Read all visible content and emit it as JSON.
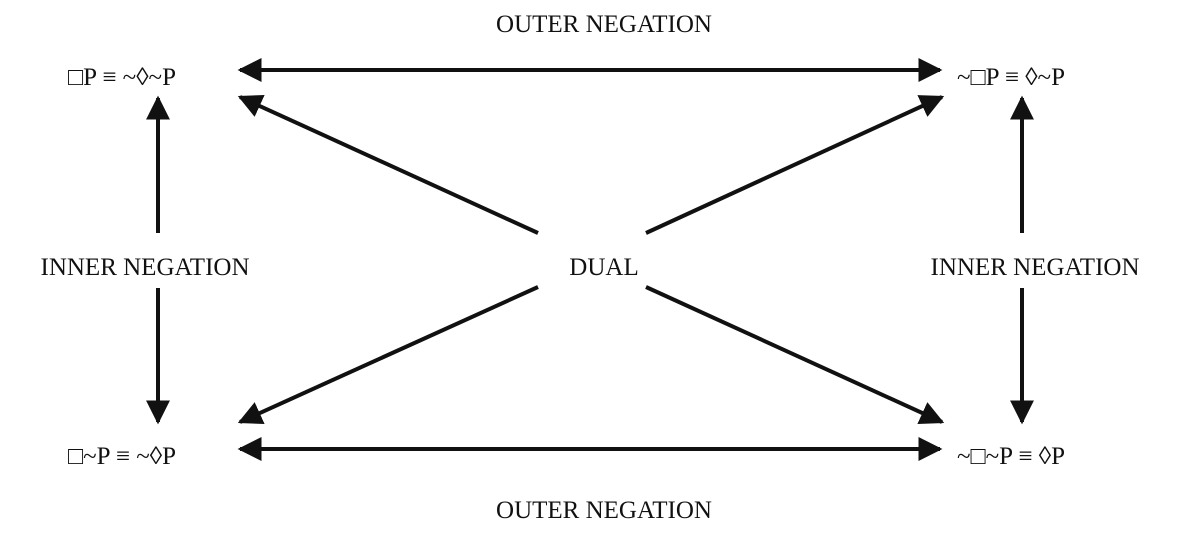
{
  "diagram": {
    "corners": {
      "top_left": "□P ≡ ~◊~P",
      "top_right": "~□P ≡ ◊~P",
      "bottom_left": "□~P ≡ ~◊P",
      "bottom_right": "~□~P ≡ ◊P"
    },
    "labels": {
      "outer_top": "OUTER NEGATION",
      "outer_bottom": "OUTER NEGATION",
      "inner_left": "INNER NEGATION",
      "inner_right": "INNER NEGATION",
      "dual": "DUAL"
    },
    "colors": {
      "ink": "#111111",
      "background": "#ffffff"
    }
  }
}
